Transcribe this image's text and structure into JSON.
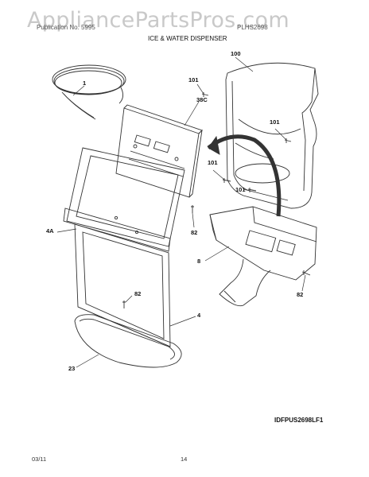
{
  "header": {
    "watermark": "AppliancePartsPros.com",
    "brand_text": "Publication No. 5995",
    "model_text": "PLHS2698",
    "section_title": "ICE & WATER DISPENSER"
  },
  "part_labels": {
    "p100": "100",
    "p101a": "101",
    "p38c": "38C",
    "p101b": "101",
    "p101c": "101",
    "p101d": "101",
    "p1": "1",
    "p4a": "4A",
    "p82a": "82",
    "p8": "8",
    "p82b": "82",
    "p82c": "82",
    "p4": "4",
    "p23": "23"
  },
  "diagram_code": "IDFPUS2698LF1",
  "footer": {
    "date": "03/11",
    "page": "14"
  },
  "colors": {
    "line": "#333333",
    "watermark": "#c9c9c9"
  }
}
